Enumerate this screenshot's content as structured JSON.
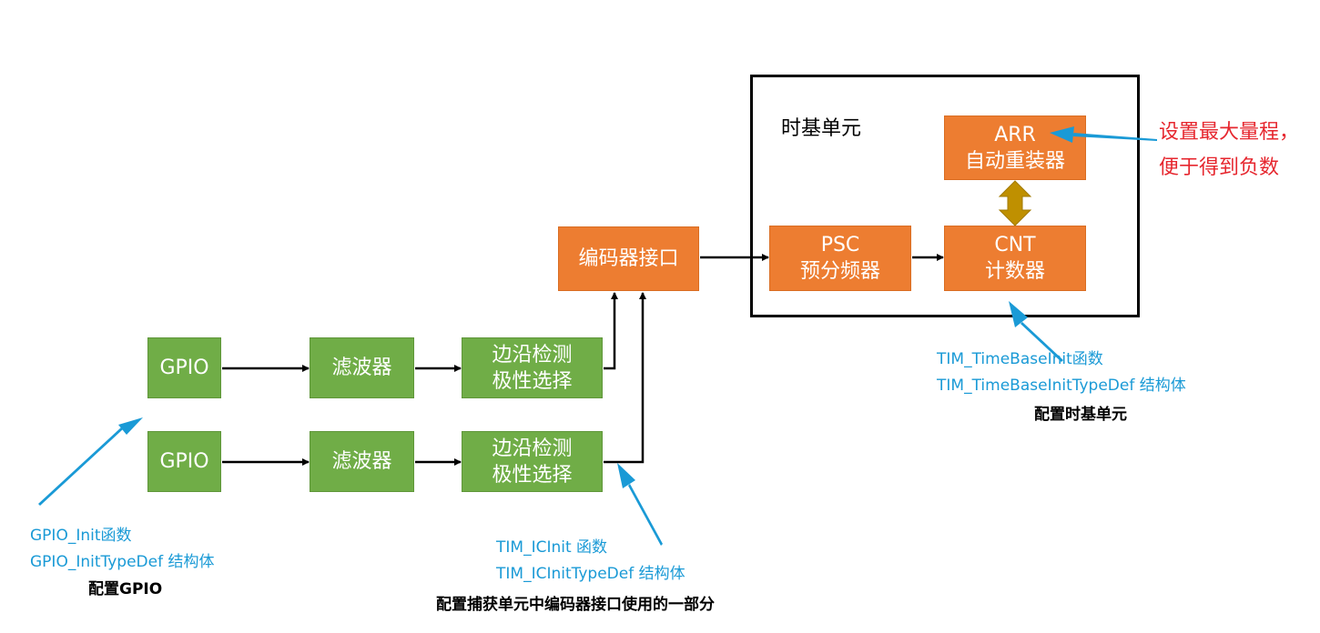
{
  "time_base": {
    "title": "时基单元",
    "arr": {
      "line1": "ARR",
      "line2": "自动重装器"
    },
    "psc": {
      "line1": "PSC",
      "line2": "预分频器"
    },
    "cnt": {
      "line1": "CNT",
      "line2": "计数器"
    }
  },
  "encoder_interface": "编码器接口",
  "channels": [
    {
      "gpio": "GPIO",
      "filter": "滤波器",
      "edge_line1": "边沿检测",
      "edge_line2": "极性选择"
    },
    {
      "gpio": "GPIO",
      "filter": "滤波器",
      "edge_line1": "边沿检测",
      "edge_line2": "极性选择"
    }
  ],
  "notes": {
    "arr_note_line1": "设置最大量程，",
    "arr_note_line2": "便于得到负数",
    "timebase_func": "TIM_TimeBaseInit函数",
    "timebase_struct": "TIM_TimeBaseInitTypeDef 结构体",
    "timebase_caption": "配置时基单元",
    "gpio_func": "GPIO_Init函数",
    "gpio_struct": "GPIO_InitTypeDef 结构体",
    "gpio_caption": "配置GPIO",
    "ic_func": "TIM_ICInit 函数",
    "ic_struct": "TIM_ICInitTypeDef 结构体",
    "ic_caption": "配置捕获单元中编码器接口使用的一部分"
  },
  "colors": {
    "green_block": "#70ad47",
    "orange_block": "#ed7d31",
    "note_blue": "#1a9ad6",
    "note_red": "#e6262e",
    "double_arrow": "#bf9000"
  }
}
